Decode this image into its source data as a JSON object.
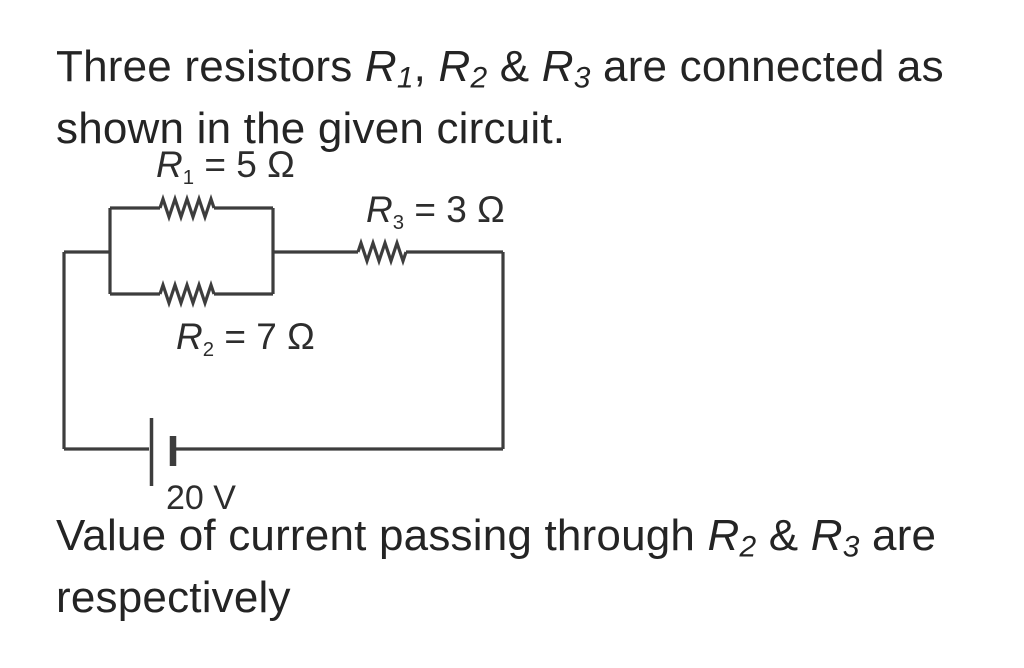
{
  "page": {
    "background": "#ffffff",
    "text_color": "#242424",
    "wire_color": "#3d3d3d"
  },
  "question": {
    "intro": {
      "pre": "Three resistors ",
      "r1_sym": "R",
      "r1_sub": "1",
      "sep1": ", ",
      "r2_sym": "R",
      "r2_sub": "2",
      "sep2": " & ",
      "r3_sym": "R",
      "r3_sub": "3",
      "post": " are connected as shown in the given circuit."
    },
    "outro": {
      "pre": "Value of current passing through ",
      "r2_sym": "R",
      "r2_sub": "2",
      "sep": " & ",
      "r3_sym": "R",
      "r3_sub": "3",
      "post": " are respectively"
    }
  },
  "circuit": {
    "labels": {
      "r1_sym": "R",
      "r1_sub": "1",
      "r1_value": " = 5 Ω",
      "r2_sym": "R",
      "r2_sub": "2",
      "r2_value": " = 7 Ω",
      "r3_sym": "R",
      "r3_sub": "3",
      "r3_value": " = 3 Ω",
      "battery": "20 V"
    }
  }
}
